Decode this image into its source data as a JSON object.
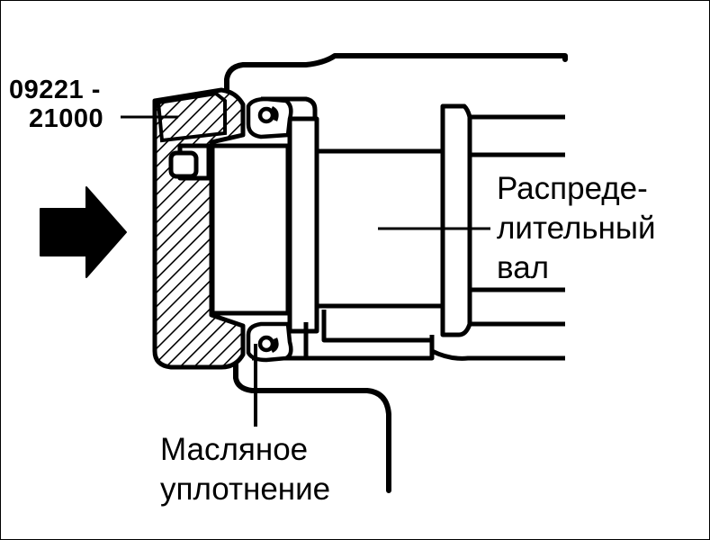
{
  "tool_label": {
    "line1": "09221 -",
    "line2": "21000"
  },
  "camshaft_label": {
    "line1": "Распреде-",
    "line2": "лительный",
    "line3": "вал"
  },
  "oil_seal_label": {
    "line1": "Масляное",
    "line2": "уплотнение"
  },
  "colors": {
    "ink": "#000000",
    "background": "#ffffff"
  },
  "icons": {
    "direction_arrow": "right-arrow-icon"
  }
}
